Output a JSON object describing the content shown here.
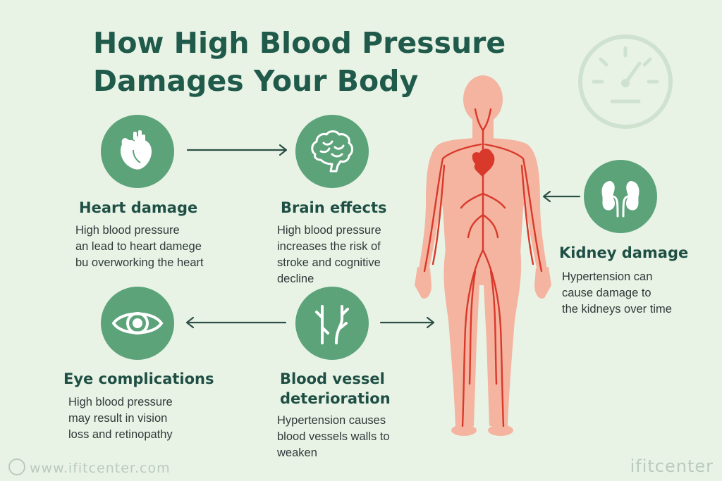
{
  "title": {
    "line1": "How High Blood Pressure",
    "line2": "Damages Your Body"
  },
  "sections": {
    "heart": {
      "label": "Heart damage",
      "icon": "heart-icon",
      "desc": [
        "High blood pressure",
        "an lead to heart damege",
        "bu overworking the heart"
      ]
    },
    "brain": {
      "label": "Brain effects",
      "icon": "brain-icon",
      "desc": [
        "High blood pressure",
        "increases the risk of",
        "stroke and cognitive",
        "decline"
      ]
    },
    "kidney": {
      "label": "Kidney damage",
      "icon": "kidney-icon",
      "desc": [
        "Hypertension can",
        "cause damage to",
        "the kidneys over time"
      ]
    },
    "eye": {
      "label": "Eye complications",
      "icon": "eye-icon",
      "desc": [
        "High blood pressure",
        "may result in vision",
        "loss and retinopathy"
      ]
    },
    "vessel": {
      "label_line1": "Blood vessel",
      "label_line2": "deterioration",
      "icon": "blood-vessel-icon",
      "desc": [
        "Hypertension causes",
        "blood vessels walls to",
        "weaken"
      ]
    }
  },
  "footer": {
    "url": "www.ifitcenter.com",
    "brand": "ifitcenter"
  },
  "colors": {
    "background": "#e8f3e6",
    "title": "#1f5a4a",
    "circle": "#5ca37a",
    "body": "#f4b4a0",
    "vessels": "#d9392b"
  }
}
